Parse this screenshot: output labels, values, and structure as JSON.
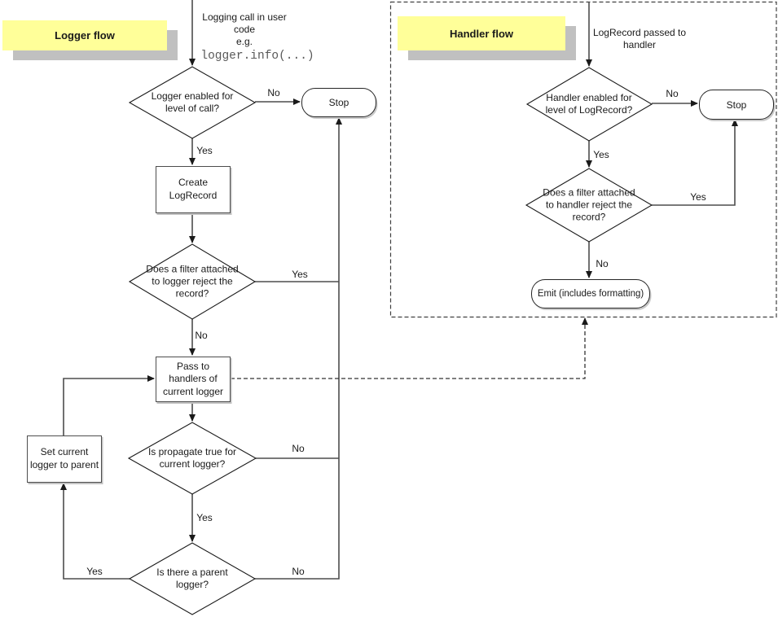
{
  "colors": {
    "note-yellow": "#ffff99",
    "note-shadow": "#c0c0c0",
    "line": "#4d4d4d"
  },
  "logger_flow": {
    "title": "Logger flow",
    "start_lines": "Logging call in user\ncode\ne.g.",
    "start_code": "logger.info(...)",
    "enabled_q": "Logger enabled for\nlevel of call?",
    "stop": "Stop",
    "create": "Create\nLogRecord",
    "filter_q": "Does a filter attached\nto logger reject the\nrecord?",
    "pass": "Pass to\nhandlers of\ncurrent logger",
    "propagate_q": "Is propagate true for\ncurrent logger?",
    "parent_q": "Is there a parent\nlogger?",
    "set_parent": "Set current\nlogger to parent",
    "labels": {
      "enabled_no": "No",
      "enabled_yes": "Yes",
      "filter_yes": "Yes",
      "filter_no": "No",
      "propagate_no": "No",
      "propagate_yes": "Yes",
      "parent_yes": "Yes",
      "parent_no": "No"
    }
  },
  "handler_flow": {
    "title": "Handler flow",
    "start_lines": "LogRecord passed to\nhandler",
    "enabled_q": "Handler enabled for\nlevel of LogRecord?",
    "stop": "Stop",
    "filter_q": "Does a filter attached\nto handler reject the\nrecord?",
    "emit": "Emit (includes formatting)",
    "labels": {
      "enabled_no": "No",
      "enabled_yes": "Yes",
      "filter_yes": "Yes",
      "filter_no": "No"
    }
  }
}
